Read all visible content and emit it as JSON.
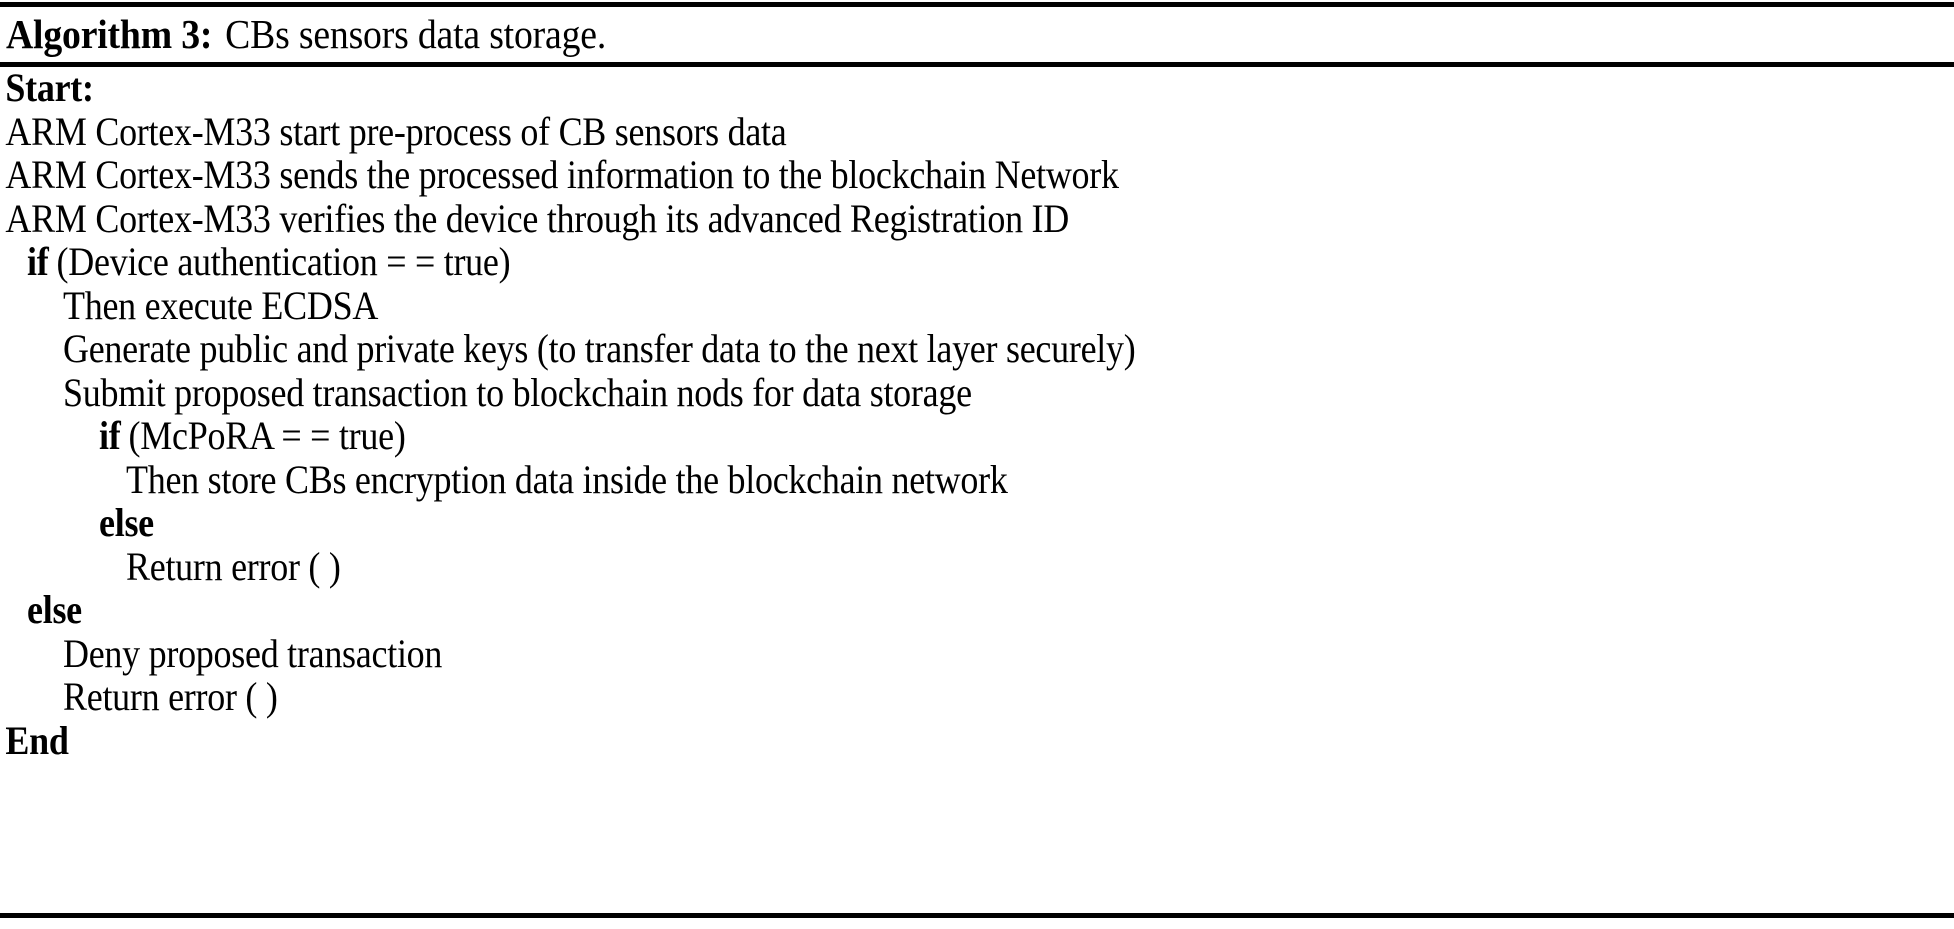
{
  "header": {
    "label": "Algorithm 3:",
    "title": "CBs sensors data storage."
  },
  "lines": [
    {
      "keyword": "Start:",
      "text": "",
      "indent": 0
    },
    {
      "keyword": "",
      "text": "ARM Cortex-M33 start pre-process of CB sensors data",
      "indent": 0
    },
    {
      "keyword": "",
      "text": "ARM Cortex-M33 sends the processed information to the blockchain Network",
      "indent": 0
    },
    {
      "keyword": "",
      "text": "ARM Cortex-M33 verifies the device through its advanced Registration ID",
      "indent": 0
    },
    {
      "keyword": "if",
      "text": "(Device authentication = = true)",
      "indent": 1
    },
    {
      "keyword": "",
      "text": "Then execute ECDSA",
      "indent": 2
    },
    {
      "keyword": "",
      "text": "Generate public and private keys (to transfer data to the next layer securely)",
      "indent": 2
    },
    {
      "keyword": "",
      "text": "Submit proposed transaction to blockchain nods for data storage",
      "indent": 2
    },
    {
      "keyword": "if",
      "text": "(McPoRA = = true)",
      "indent": 3
    },
    {
      "keyword": "",
      "text": "Then store CBs encryption data inside the blockchain network",
      "indent": 4
    },
    {
      "keyword": "else",
      "text": "",
      "indent": 3
    },
    {
      "keyword": "",
      "text": "Return error ( )",
      "indent": 4
    },
    {
      "keyword": "else",
      "text": "",
      "indent": 1
    },
    {
      "keyword": "",
      "text": "Deny proposed transaction",
      "indent": 2
    },
    {
      "keyword": "",
      "text": "Return error ( )",
      "indent": 2
    },
    {
      "keyword": "End",
      "text": "",
      "indent": 0
    }
  ],
  "colors": {
    "text": "#000000",
    "background": "#ffffff",
    "rule": "#000000"
  }
}
